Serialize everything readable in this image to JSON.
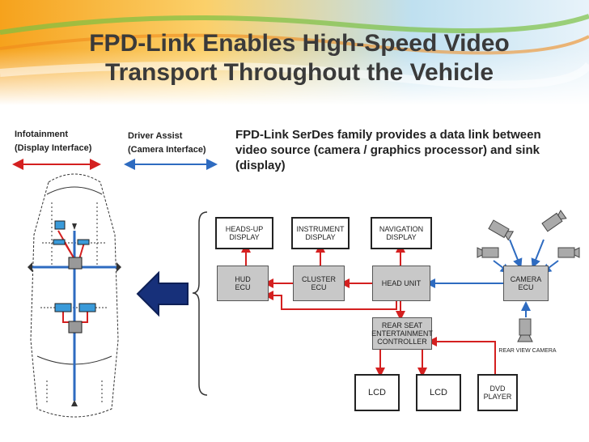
{
  "slide": {
    "title_line1": "FPD-Link Enables High-Speed Video",
    "title_line2": "Transport Throughout the Vehicle",
    "infotainment_label_1": "Infotainment",
    "infotainment_label_2": "(Display Interface)",
    "driver_assist_label_1": "Driver Assist",
    "driver_assist_label_2": "(Camera Interface)",
    "description": "FPD-Link SerDes family provides a data link between video source (camera / graphics processor) and sink (display)"
  },
  "diagram": {
    "heads_up_display": "HEADS-UP\nDISPLAY",
    "instrument_display": "INSTRUMENT\nDISPLAY",
    "navigation_display": "NAVIGATION\nDISPLAY",
    "hud_ecu": "HUD\nECU",
    "cluster_ecu": "CLUSTER\nECU",
    "head_unit": "HEAD UNIT",
    "camera_ecu": "CAMERA\nECU",
    "rear_seat_controller": "REAR SEAT\nENTERTAINMENT\nCONTROLLER",
    "lcd_left": "LCD",
    "lcd_right": "LCD",
    "dvd_player": "DVD\nPLAYER",
    "rear_view_camera": "REAR VIEW CAMERA"
  },
  "colors": {
    "display_link": "#d42020",
    "camera_link": "#2e6bc0",
    "arrow": "#17307a"
  }
}
